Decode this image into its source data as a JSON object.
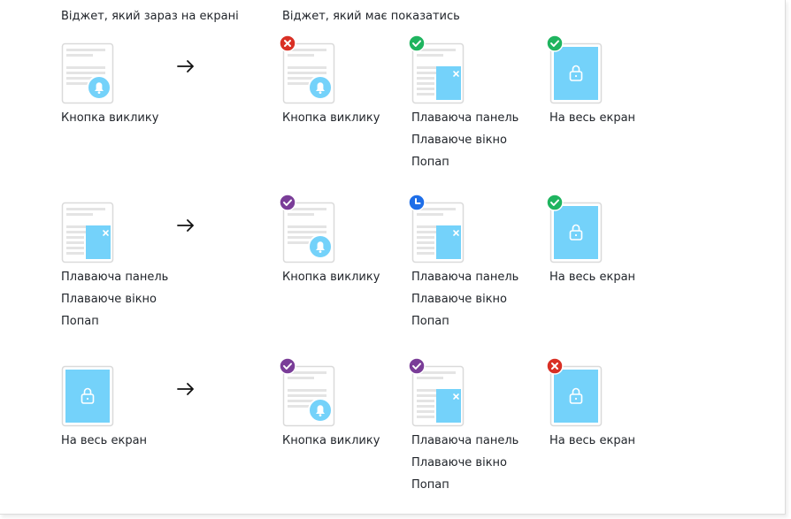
{
  "header": {
    "current_label": "Віджет, який зараз на екрані",
    "target_label": "Віджет, який має показатись"
  },
  "colors": {
    "accent": "#74d2fa",
    "ok": "#1fb45f",
    "error": "#d93025",
    "purple": "#7a3d98",
    "pending": "#1e6ee8",
    "card_border": "#dadada",
    "card_lines": "#e4e4e4"
  },
  "rows": [
    {
      "source": {
        "type": "button",
        "labels": [
          "Кнопка виклику"
        ]
      },
      "targets": [
        {
          "type": "button",
          "status": "error-icon",
          "labels": [
            "Кнопка виклику"
          ]
        },
        {
          "type": "floating",
          "status": "check-green-icon",
          "labels": [
            "Плаваюча панель",
            "Плаваюче вікно",
            "Попап"
          ]
        },
        {
          "type": "fullscreen",
          "status": "check-green-icon",
          "labels": [
            "На весь екран"
          ]
        }
      ]
    },
    {
      "source": {
        "type": "floating",
        "labels": [
          "Плаваюча панель",
          "Плаваюче вікно",
          "Попап"
        ]
      },
      "targets": [
        {
          "type": "button",
          "status": "check-purple-icon",
          "labels": [
            "Кнопка виклику"
          ]
        },
        {
          "type": "floating",
          "status": "clock-icon",
          "labels": [
            "Плаваюча панель",
            "Плаваюче вікно",
            "Попап"
          ]
        },
        {
          "type": "fullscreen",
          "status": "check-green-icon",
          "labels": [
            "На весь екран"
          ]
        }
      ]
    },
    {
      "source": {
        "type": "fullscreen",
        "labels": [
          "На весь екран"
        ]
      },
      "targets": [
        {
          "type": "button",
          "status": "check-purple-icon",
          "labels": [
            "Кнопка виклику"
          ]
        },
        {
          "type": "floating",
          "status": "check-purple-icon",
          "labels": [
            "Плаваюча панель",
            "Плаваюче вікно",
            "Попап"
          ]
        },
        {
          "type": "fullscreen",
          "status": "error-icon",
          "labels": [
            "На весь екран"
          ]
        }
      ]
    }
  ]
}
